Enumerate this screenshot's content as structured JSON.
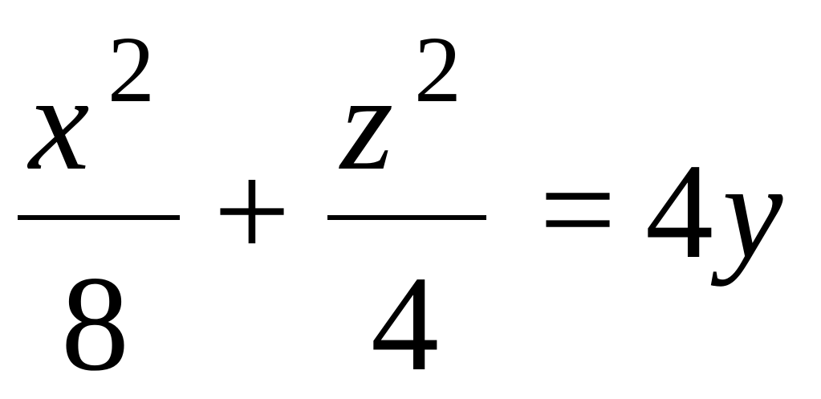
{
  "equation": {
    "term1": {
      "numerator_base": "x",
      "numerator_exponent": "2",
      "denominator": "8"
    },
    "plus": "+",
    "term2": {
      "numerator_base": "z",
      "numerator_exponent": "2",
      "denominator": "4"
    },
    "equals": "=",
    "rhs_coefficient": "4",
    "rhs_variable": "y"
  }
}
